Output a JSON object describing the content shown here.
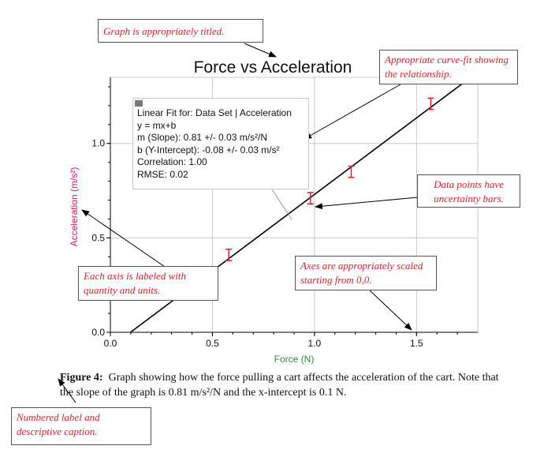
{
  "chart_data": {
    "type": "scatter",
    "title": "Force vs Acceleration",
    "xlabel": "Force (N)",
    "ylabel": "Acceleration (m/s²)",
    "xlim": [
      0,
      1.8
    ],
    "ylim": [
      0,
      1.35
    ],
    "xticks": [
      0.0,
      0.5,
      1.0,
      1.5
    ],
    "yticks": [
      0.0,
      0.5,
      1.0
    ],
    "xtick_labels": [
      "0.0",
      "0.5",
      "1.0",
      "1.5"
    ],
    "ytick_labels": [
      "0.0",
      "0.5",
      "1.0"
    ],
    "grid": true,
    "points": [
      {
        "x": 0.58,
        "y": 0.41,
        "err": 0.03
      },
      {
        "x": 0.98,
        "y": 0.71,
        "err": 0.03
      },
      {
        "x": 1.18,
        "y": 0.85,
        "err": 0.03
      },
      {
        "x": 1.57,
        "y": 1.21,
        "err": 0.03
      }
    ],
    "fit_line": {
      "slope": 0.81,
      "intercept": -0.08,
      "x_range": [
        0.1,
        1.78
      ]
    },
    "point_color": "#e0212b",
    "line_color": "#000000"
  },
  "fit_box": {
    "line1": "Linear Fit for: Data Set | Acceleration",
    "line2": "y = mx+b",
    "line3": "m (Slope): 0.81 +/- 0.03 m/s²/N",
    "line4": "b (Y-Intercept): -0.08 +/- 0.03 m/s²",
    "line5": "Correlation: 1.00",
    "line6": "RMSE: 0.02"
  },
  "callouts": {
    "title_note": "Graph is appropriately titled.",
    "fit_note": "Appropriate curve-fit showing the relationship.",
    "uncertainty_note": "Data points have uncertainty bars.",
    "axis_label_note": "Each axis is labeled with quantity and units.",
    "scale_note": "Axes are appropriately scaled starting from 0,0.",
    "caption_note": "Numbered label and descriptive caption."
  },
  "caption": {
    "label": "Figure 4:",
    "text": "Graph showing how the force pulling a cart affects the acceleration of the cart.  Note that the slope of the graph is 0.81 m/s²/N and the x-intercept is 0.1 N."
  },
  "colors": {
    "annotation_red": "#e0212b",
    "axis_label_red": "#d81b60",
    "axis_label_green": "#2e8b3a",
    "grid": "#c8c8c8"
  }
}
